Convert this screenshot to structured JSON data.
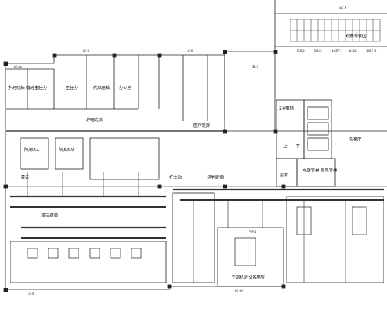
{
  "drawing": {
    "kind": "hvac-floor-plan"
  },
  "rooms": {
    "wq5": "WQ-5",
    "scene_eval": "观察等候区",
    "office_a": "护理组长\n值班间",
    "office_b": "主任办",
    "office_c": "主任办",
    "drug_room": "药品器械",
    "treat_room": "办公室",
    "isolation_icu_1": "隔离ICU",
    "isolation_icu_2": "隔离ICU",
    "clean_room": "清洁",
    "corridor_care": "护理走廊",
    "stair_2": "2#楼梯",
    "elevator_hall": "电梯厅",
    "up": "上",
    "down": "下",
    "fire_room": "前室",
    "water_room": "水暖管井\n新风管井",
    "corridor_main": "医疗走廊",
    "nurse_station": "护士站",
    "equipment_room": "空调机房设备用房",
    "clean_corridor": "清洁走廊",
    "dirty_corridor": "污物走廊"
  },
  "tags": {
    "lc5": "LC-5",
    "lc4": "LC-4",
    "lc4a": "LC-4A",
    "lc5a": "LC-5A",
    "pfy1": "PFY-1",
    "lc6": "LC-6",
    "d_dims": [
      "D315",
      "D315",
      "1027*1",
      "D315",
      "1027*1"
    ],
    "s_tag": "S1-5"
  }
}
